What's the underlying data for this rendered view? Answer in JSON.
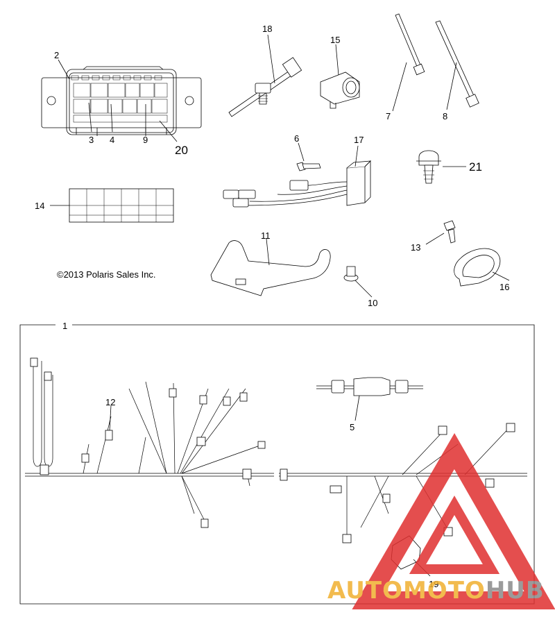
{
  "diagram": {
    "copyright": "©2013 Polaris Sales Inc.",
    "callouts": {
      "c1": "1",
      "c2": "2",
      "c3": "3",
      "c4": "4",
      "c5": "5",
      "c6": "6",
      "c7": "7",
      "c8": "8",
      "c9": "9",
      "c10": "10",
      "c11": "11",
      "c12": "12",
      "c13": "13",
      "c14": "14",
      "c15": "15",
      "c16": "16",
      "c17": "17",
      "c18": "18",
      "c19": "19",
      "c20": "20",
      "c21": "21"
    }
  },
  "watermark": {
    "text_part1": "AUTOMOTO",
    "text_part2": "HUB",
    "color_primary": "#e03030",
    "color_text1": "#f0b030",
    "color_text2": "#8a8a8a"
  }
}
